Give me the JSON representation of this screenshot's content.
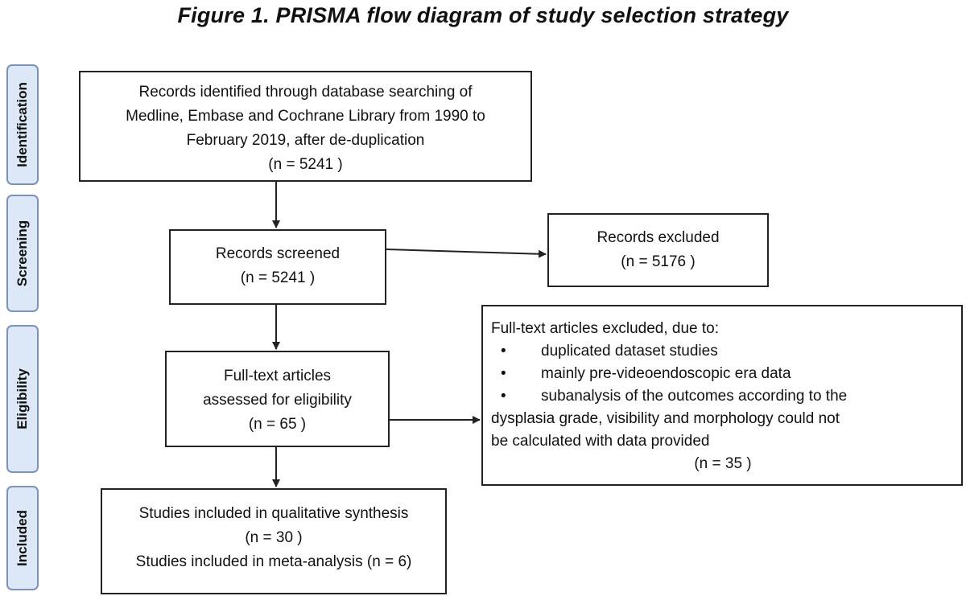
{
  "title": "Figure 1. PRISMA flow diagram of study selection strategy",
  "stages": {
    "identification": "Identification",
    "screening": "Screening",
    "eligibility": "Eligibility",
    "included": "Included"
  },
  "identified": {
    "lines": [
      "Records identified through database searching of",
      "Medline, Embase and Cochrane Library from 1990 to",
      "February 2019, after de-duplication"
    ],
    "count": "(n = 5241 )"
  },
  "screened": {
    "label": "Records screened",
    "count": "(n = 5241 )"
  },
  "excluded": {
    "label": "Records excluded",
    "count": "(n = 5176 )"
  },
  "fulltext": {
    "lines": [
      "Full-text articles",
      "assessed for eligibility"
    ],
    "count": "(n = 65 )"
  },
  "fulltext_excluded": {
    "heading": "Full-text articles excluded, due to:",
    "reasons": [
      "duplicated dataset studies",
      "mainly pre-videoendoscopic era data",
      "subanalysis of the outcomes according to the dysplasia grade, visibility and morphology could not be calculated with data provided"
    ],
    "reason3_lines": [
      "subanalysis of the outcomes according to the",
      "dysplasia grade, visibility and morphology could not",
      "be calculated with data provided"
    ],
    "count": "(n = 35 )"
  },
  "included": {
    "qualitative": "Studies included in qualitative synthesis",
    "qualitative_count": "(n = 30 )",
    "meta": "Studies included in meta-analysis (n = 6)"
  }
}
